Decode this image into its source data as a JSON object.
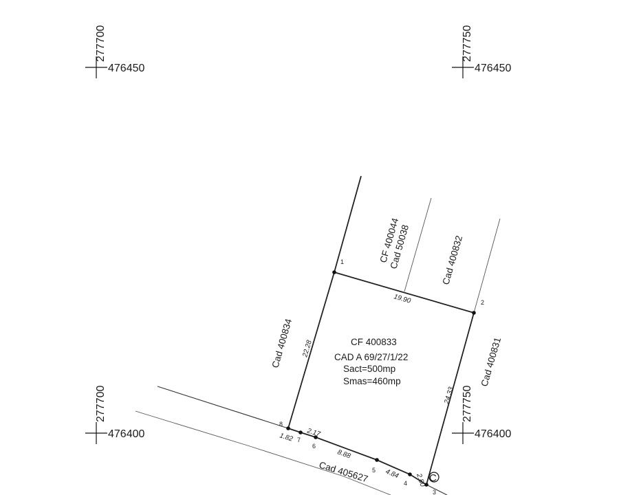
{
  "grid_marks": [
    {
      "northing": "277700",
      "easting": "476450"
    },
    {
      "northing": "277750",
      "easting": "476450"
    },
    {
      "northing": "277700",
      "easting": "476400"
    },
    {
      "northing": "277750",
      "easting": "476400"
    }
  ],
  "parcel": {
    "cf": "CF 400833",
    "cad": "CAD A 69/27/1/22",
    "area_measured": "Sact=500mp",
    "area_registered": "Smas=460mp"
  },
  "neighbours": {
    "north_a_line1": "CF 400044",
    "north_a_line2": "Cad 50038",
    "north_b": "Cad 400832",
    "west": "Cad 400834",
    "east": "Cad 400831",
    "south": "Cad 405627"
  },
  "vertices": [
    "1",
    "2",
    "3",
    "4",
    "5",
    "6",
    "7",
    "8"
  ],
  "distances": {
    "d_1_2": "19.90",
    "d_2_3": "24.33",
    "d_8_1": "22.28",
    "d_8_7": "1.82",
    "d_7_6": "2.17",
    "d_6_5": "8.88",
    "d_5_4": "4.84",
    "d_4_3": "2.80"
  },
  "symbols": {
    "corner_mark": "C"
  }
}
